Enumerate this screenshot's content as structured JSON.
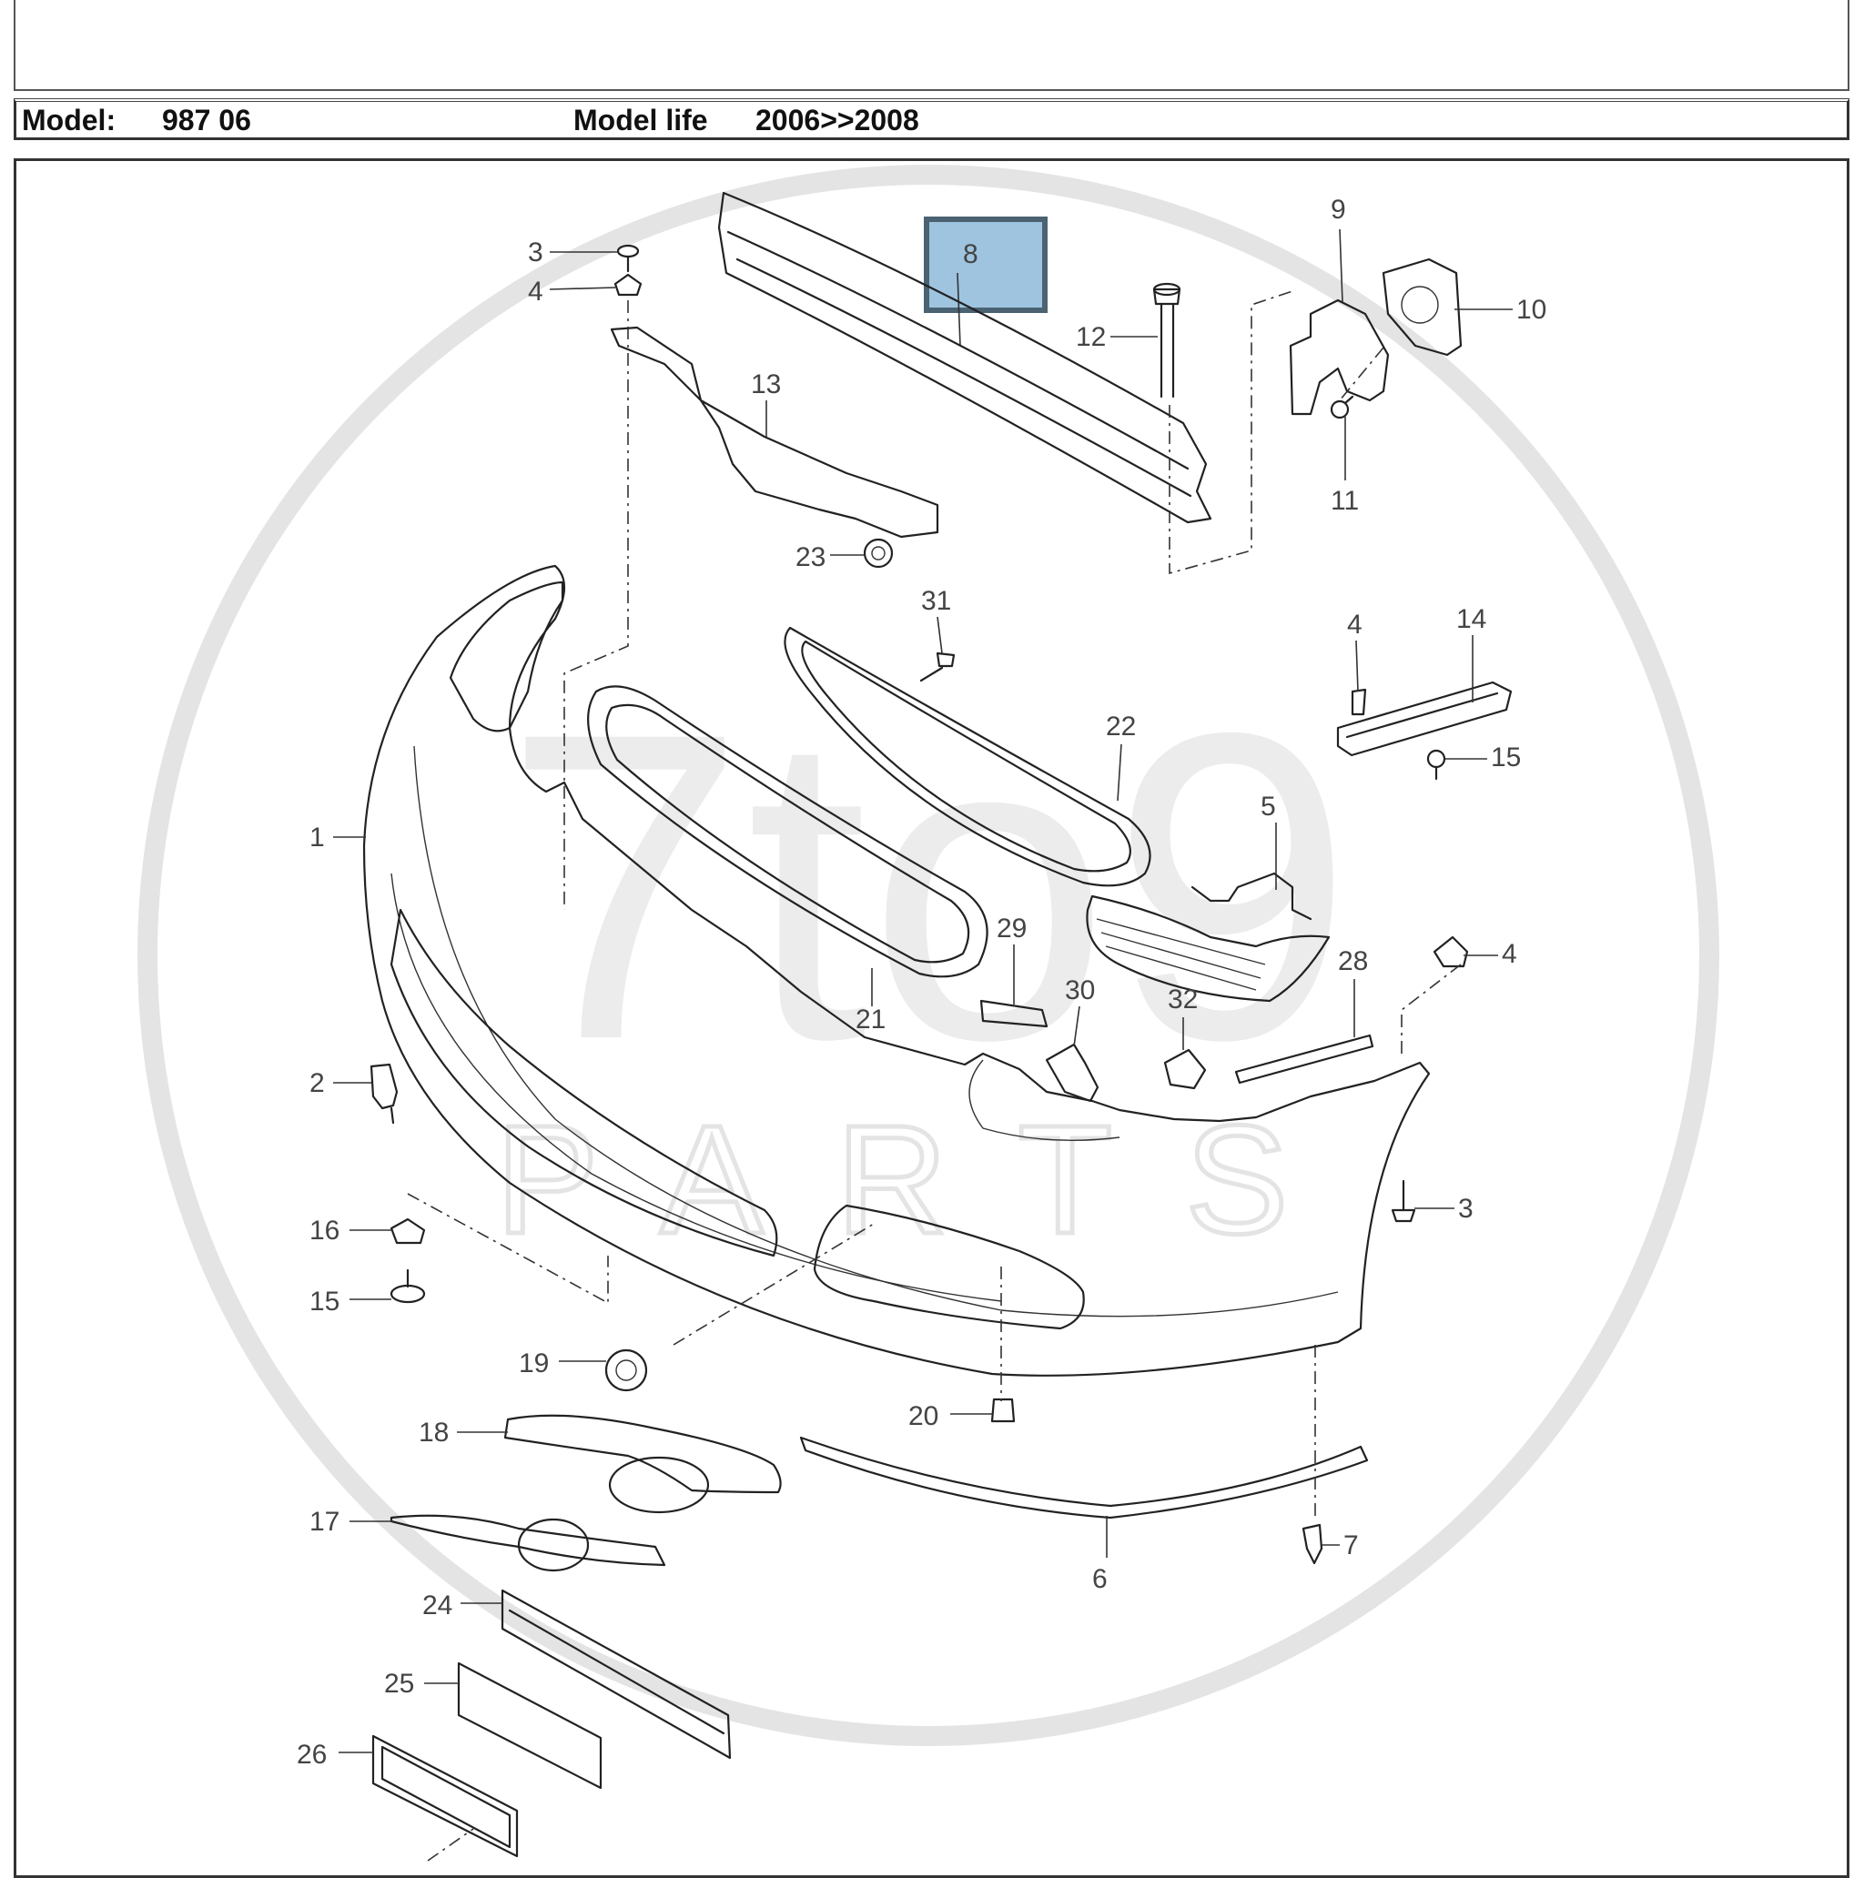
{
  "header": {
    "model_label": "Model:",
    "model_value": "987 06",
    "model_life_label": "Model life",
    "model_life_value": "2006>>2008"
  },
  "watermark": {
    "logo_text": "7to9",
    "subtitle": "PARTS"
  },
  "highlight": {
    "callout": "8",
    "color": "#9ec4e0",
    "border_color": "#4a6272"
  },
  "callouts": [
    "1",
    "2",
    "3",
    "4",
    "5",
    "6",
    "7",
    "9",
    "10",
    "11",
    "12",
    "13",
    "14",
    "15",
    "16",
    "17",
    "18",
    "19",
    "20",
    "21",
    "22",
    "23",
    "24",
    "25",
    "26",
    "28",
    "29",
    "30",
    "31",
    "32"
  ]
}
